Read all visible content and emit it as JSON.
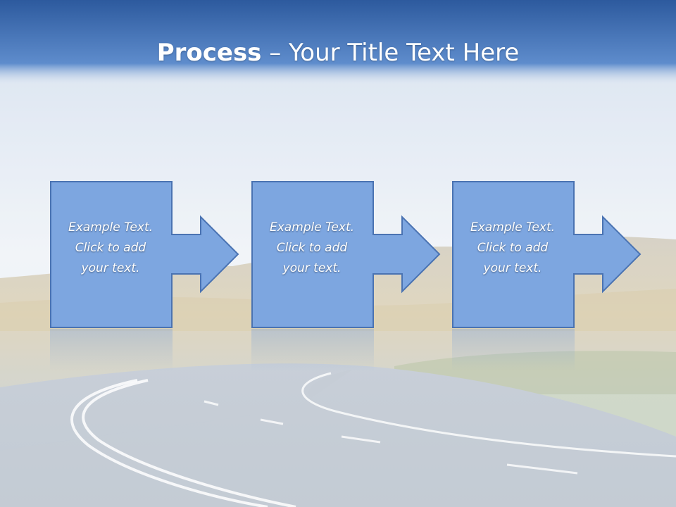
{
  "slide": {
    "title_bold": "Process",
    "title_rest": " – Your Title Text Here"
  },
  "steps": [
    {
      "line1": "Example Text.",
      "line2": "Click  to add",
      "line3": "your text."
    },
    {
      "line1": "Example Text.",
      "line2": "Click  to add",
      "line3": "your text."
    },
    {
      "line1": "Example Text.",
      "line2": "Click  to add",
      "line3": "your text."
    }
  ],
  "colors": {
    "title_bar": "#3f6fb5",
    "box_fill": "#7da6e0",
    "box_stroke": "#4a73b2"
  }
}
